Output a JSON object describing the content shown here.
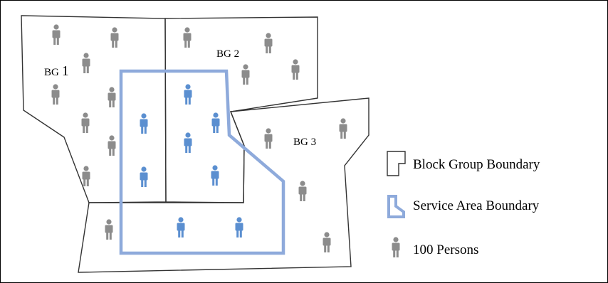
{
  "labels": {
    "bg1_prefix": "BG",
    "bg1_number": "1",
    "bg2": "BG 2",
    "bg3": "BG 3"
  },
  "legend": {
    "block_group": "Block Group Boundary",
    "service_area": "Service Area Boundary",
    "persons": "100 Persons"
  },
  "colors": {
    "block_group_line": "#333333",
    "service_area_line": "#8eaadb",
    "person_outside": "#8c8c8c",
    "person_inside": "#5b8fd0"
  },
  "icons": {
    "person": "person-icon"
  }
}
